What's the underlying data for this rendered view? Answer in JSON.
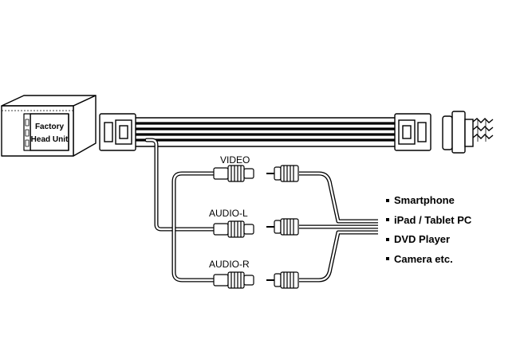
{
  "head_unit": {
    "line1": "Factory",
    "line2": "Head Unit"
  },
  "cable_labels": {
    "video": "VIDEO",
    "audio_l": "AUDIO-L",
    "audio_r": "AUDIO-R"
  },
  "devices": [
    "Smartphone",
    "iPad / Tablet PC",
    "DVD Player",
    "Camera etc."
  ]
}
